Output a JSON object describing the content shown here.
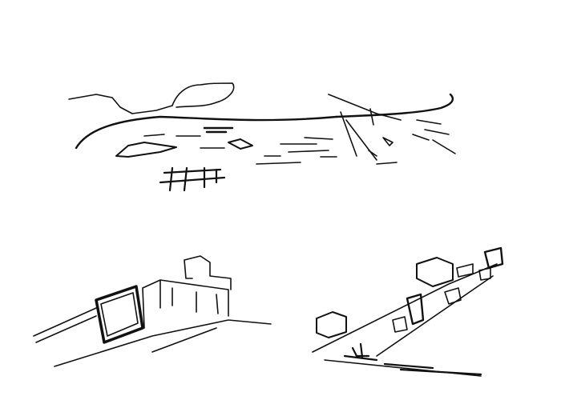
{
  "colors": {
    "background": "#ffffff",
    "ink": "#111111"
  },
  "sketches": [
    "coastline-panorama",
    "wall-courtyard",
    "street-blocks"
  ]
}
